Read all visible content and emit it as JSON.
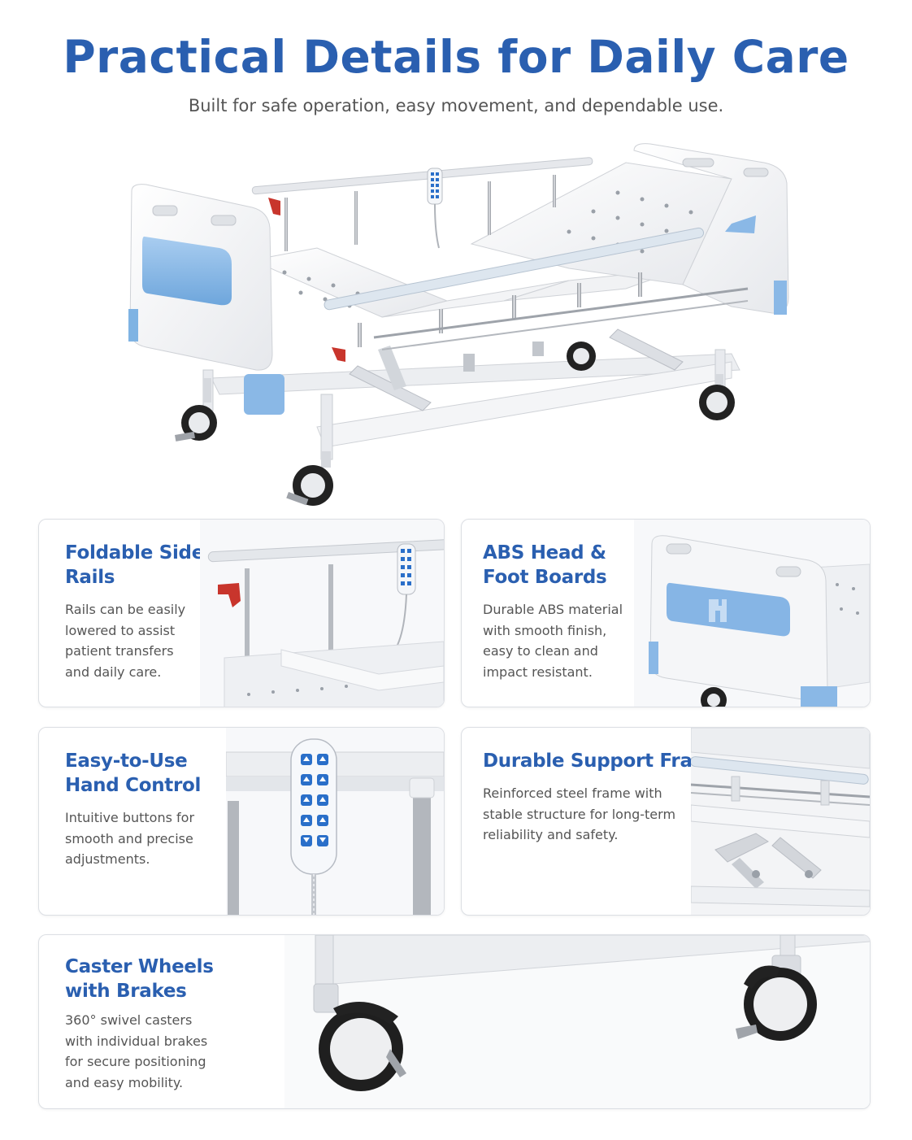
{
  "header": {
    "title": "Practical Details for Daily Care",
    "subtitle": "Built for safe operation, easy movement, and dependable use."
  },
  "features": [
    {
      "title_line1": "Foldable Side",
      "title_line2": "Rails",
      "desc_lines": [
        "Rails can be easily",
        "lowered to assist",
        "patient transfers",
        "and daily care."
      ]
    },
    {
      "title_line1": "ABS Head &",
      "title_line2": "Foot Boards",
      "desc_lines": [
        "Durable ABS material",
        "with smooth finish,",
        "easy to clean and",
        "impact resistant."
      ]
    },
    {
      "title_line1": "Easy-to-Use",
      "title_line2": "Hand Control",
      "desc_lines": [
        "Intuitive buttons for",
        "smooth and precise",
        "adjustments."
      ]
    },
    {
      "title_line1": "Durable Support Frame",
      "title_line2": "",
      "desc_lines": [
        "Reinforced steel frame with",
        "stable structure for long-term",
        "reliability and safety."
      ]
    },
    {
      "title_line1": "Caster Wheels",
      "title_line2": "with Brakes",
      "desc_lines": [
        "360° swivel casters",
        "with individual brakes",
        "for secure positioning",
        "and easy mobility."
      ]
    }
  ],
  "colors": {
    "brand_blue": "#2a5fb0",
    "accent_light_blue": "#8ab8e6",
    "frame_white": "#f2f3f5",
    "steel": "#b9bcc2",
    "wheel_black": "#222222",
    "handle_red": "#c8352c"
  }
}
